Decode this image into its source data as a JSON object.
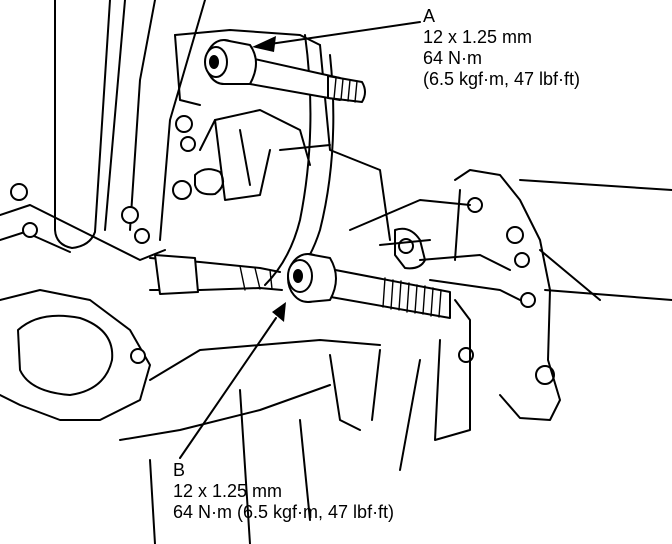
{
  "callouts": {
    "a": {
      "letter": "A",
      "size": "12 x 1.25 mm",
      "torque": "64 N·m",
      "torque_alt": "(6.5 kgf·m, 47 lbf·ft)"
    },
    "b": {
      "letter": "B",
      "size": "12 x 1.25 mm",
      "torque": "64 N·m (6.5 kgf·m, 47 lbf·ft)"
    }
  }
}
